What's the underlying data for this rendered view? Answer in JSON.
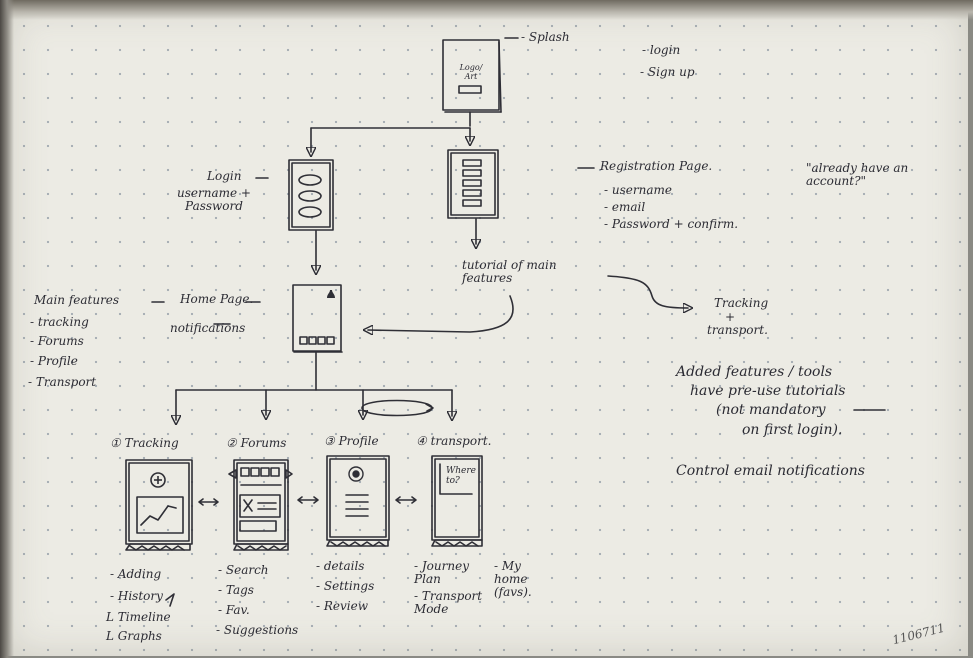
{
  "splash": {
    "screen_text": "Logo/ Art",
    "label": "- Splash",
    "options": [
      "- login",
      "- Sign up"
    ]
  },
  "login": {
    "label": "Login",
    "fields": "username + Password"
  },
  "registration": {
    "label": "Registration Page.",
    "fields": [
      "- username",
      "- email",
      "- Password + confirm."
    ],
    "note": "\"already have an account?\""
  },
  "tutorial": {
    "label": "tutorial of main features",
    "points_to": [
      "Tracking",
      "+",
      "transport."
    ]
  },
  "home": {
    "label": "Home Page.",
    "sub": "notifications",
    "main_features_title": "Main features",
    "main_features": [
      "- tracking",
      "- Forums",
      "- Profile",
      "- Transport"
    ]
  },
  "right_notes": {
    "added": [
      "Added features / tools",
      "have pre-use tutorials",
      "(not mandatory",
      "on first login)."
    ],
    "control": "Control email notifications"
  },
  "screens": [
    {
      "heading": "① Tracking",
      "items": [
        "- Adding",
        "- History",
        "L Timeline",
        "L Graphs"
      ]
    },
    {
      "heading": "② Forums",
      "items": [
        "- Search",
        "- Tags",
        "- Fav.",
        "- Suggestions"
      ]
    },
    {
      "heading": "③ Profile",
      "items": [
        "- details",
        "- Settings",
        "- Review"
      ]
    },
    {
      "heading": "④ transport.",
      "items": [
        "- Journey Plan",
        "- Transport Mode",
        "- My home (favs)."
      ]
    }
  ],
  "transport_screen_text": "Where to?",
  "corner_note": "1106711",
  "icons": [
    "arrow-icon",
    "plus-circle-icon",
    "bell-icon",
    "avatar-icon"
  ],
  "colors": {
    "paper": "#ecebe4",
    "ink": "#2b2b33",
    "dots": "#a9b0b6"
  }
}
